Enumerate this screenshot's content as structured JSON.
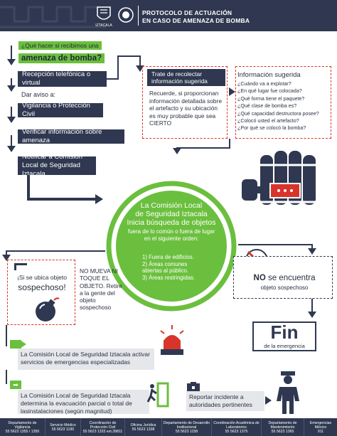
{
  "header": {
    "title_line1": "PROTOCOLO DE ACTUACIÓN",
    "title_line2": "EN CASO DE AMENAZA DE BOMBA",
    "logo_text": "IZTACALA"
  },
  "question": {
    "line1": "¿Qué hacer si recibimos una",
    "line2": "amenaza de bomba?"
  },
  "steps": {
    "reception": "Recepción telefónica o virtual",
    "notify": "Dar aviso a:",
    "vigilance": "Vigilancia o Protección Civil",
    "verify": "Verificar información sobre amenaza",
    "commission": "Notificar a Comisión Local de Seguridad Iztacala"
  },
  "collect": {
    "title": "Trate de recolectar información sugerida",
    "body": "Recuerde, si proporcionan información detallada sobre el artefacto y su ubicación es muy probable que sea CIERTO"
  },
  "suggested": {
    "title": "Información sugerida",
    "items": [
      "¿Cuándo va a explotar?",
      "¿En qué lugar fue colocada?",
      "¿Qué forma tiene el paquete?",
      "¿Qué clase de bomba es?",
      "¿Qué capacidad destructora posee?",
      "¿Colocó usted el artefacto?",
      "¿Por qué se colocó la bomba?"
    ]
  },
  "circle": {
    "title1": "La Comisión Local",
    "title2": "de Seguridad Iztacala",
    "title3": "Inicia búsqueda de objetos",
    "sub": "fuera de lo común o fuera de lugar en el siguiente orden:",
    "list": [
      "1) Fuera de edificios.",
      "2) Áreas comunes abiertas al público.",
      "3) Áreas restringidas."
    ]
  },
  "found": {
    "line1": "¡Si se ubica objeto",
    "line2": "sospechoso!",
    "warning": "NO MUEVA NI TOQUE EL OBJETO. Retire a la gente del objeto sospechoso"
  },
  "notfound": {
    "no": "NO",
    "line1": "se encuentra",
    "line2": "objeto sospechoso"
  },
  "fin": {
    "big": "Fin",
    "small": "de la emergencia"
  },
  "actions": {
    "activate": "La Comisión Local de Seguridad Iztacala activar servicios de emergencias especializadas",
    "evacuate": "La Comisión Local de Seguridad Iztacala determina la evacuación parcial o total de lasinstalaciones (según magnitud)",
    "report": "Reportar incidente a autoridades pertinentes"
  },
  "footer": [
    {
      "name": "Departamento de Vigilancia",
      "phone": "55 5623 1355 / 1350"
    },
    {
      "name": "Servicio Médico",
      "phone": "55 5623 1195"
    },
    {
      "name": "Coordinación de Protección Civil",
      "phone": "55 5623 1333 ext.39811"
    },
    {
      "name": "Oficina Jurídica",
      "phone": "55 5623 1338"
    },
    {
      "name": "Departamento de Desarrollo Institucional",
      "phone": "55 5623 1158"
    },
    {
      "name": "Coordinación Académica de Laboratorios",
      "phone": "55 5623 1375"
    },
    {
      "name": "Departamento de Mantenimiento",
      "phone": "55 5623 1365"
    },
    {
      "name": "Emergencias México",
      "phone": "911"
    }
  ],
  "colors": {
    "navy": "#2f3850",
    "green": "#6bbf3e",
    "red": "#d9342b"
  }
}
